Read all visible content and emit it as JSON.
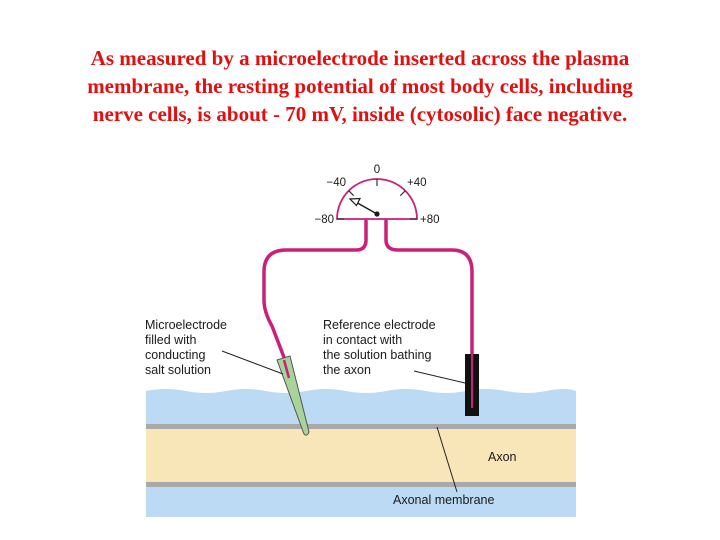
{
  "title": {
    "line1": "As measured by a microelectrode inserted across the plasma",
    "line2": "membrane, the resting potential of most body cells, including",
    "line3": "nerve cells, is about - 70 mV, inside (cytosolic) face negative."
  },
  "meter": {
    "scale_labels": {
      "zero": "0",
      "minus40": "−40",
      "plus40": "+40",
      "minus80": "−80",
      "plus80": "+80"
    }
  },
  "labels": {
    "microelectrode": [
      "Microelectrode",
      "filled with",
      "conducting",
      "salt solution"
    ],
    "reference": [
      "Reference electrode",
      "in contact with",
      "the solution bathing",
      "the axon"
    ],
    "axon": "Axon",
    "axonal_membrane": "Axonal membrane"
  },
  "colors": {
    "title": "#e01010",
    "wire": "#cc1f78",
    "solution": "#bcdaf3",
    "axon": "#f9e6b8",
    "membrane": "#a9a9a9",
    "electrode_glass": "#a8d49a"
  }
}
